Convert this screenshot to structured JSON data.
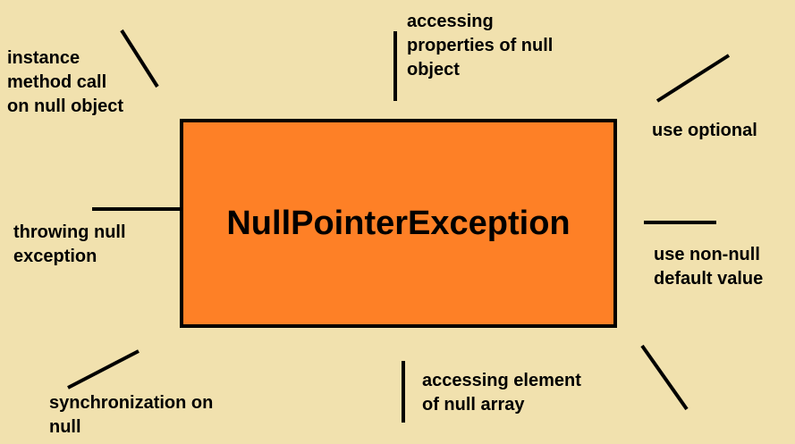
{
  "diagram": {
    "center_label": "NullPointerException",
    "colors": {
      "background": "#f1e1ae",
      "box_fill": "#fe8026",
      "border": "#000000"
    },
    "causes": [
      {
        "lines": [
          "instance",
          "method call",
          "on null object"
        ]
      },
      {
        "lines": [
          "accessing",
          "properties of null",
          "object"
        ]
      },
      {
        "lines": [
          "throwing null",
          "exception"
        ]
      },
      {
        "lines": [
          "synchronization on",
          "null"
        ]
      },
      {
        "lines": [
          "accessing element",
          "of null array"
        ]
      }
    ],
    "remedies": [
      {
        "lines": [
          "use optional"
        ]
      },
      {
        "lines": [
          "use non-null",
          "default value"
        ]
      }
    ]
  }
}
